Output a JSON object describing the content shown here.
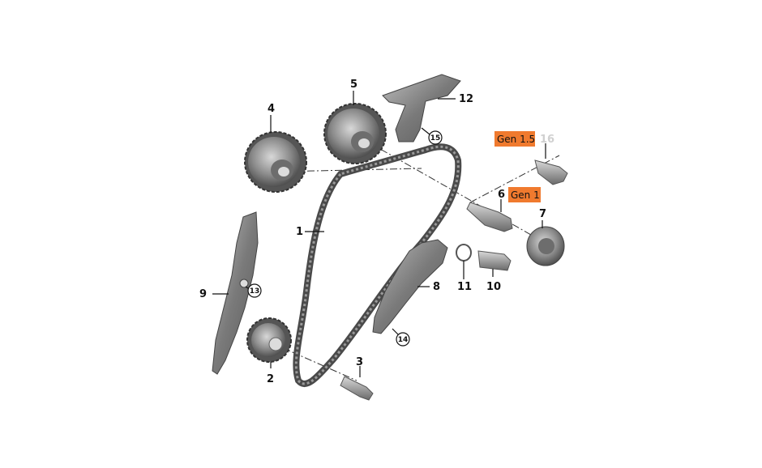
{
  "labels": {
    "n1": "1",
    "n2": "2",
    "n3": "3",
    "n4": "4",
    "n5": "5",
    "n6": "6",
    "n7": "7",
    "n8": "8",
    "n9": "9",
    "n10": "10",
    "n11": "11",
    "n12": "12",
    "n13": "13",
    "n14": "14",
    "n15": "15",
    "n16": "16"
  },
  "tags": {
    "gen15": "Gen 1.5",
    "gen1": "Gen 1"
  },
  "colors": {
    "tag_fill": "#f07a2e",
    "part_dark": "#5e5e5e",
    "part_mid": "#8a8a8a",
    "part_light": "#c4c4c4",
    "faded_label": "#d0d0d0"
  }
}
